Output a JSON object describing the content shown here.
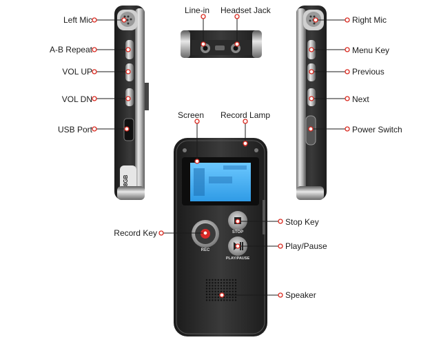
{
  "labels": {
    "left_mic": "Left Mic",
    "ab_repeat": "A-B Repeat",
    "vol_up": "VOL UP",
    "vol_dn": "VOL DN",
    "usb_port": "USB Port",
    "line_in": "Line-in",
    "headset_jack": "Headset Jack",
    "right_mic": "Right Mic",
    "menu_key": "Menu Key",
    "previous": "Previous",
    "next": "Next",
    "power_switch": "Power Switch",
    "screen": "Screen",
    "record_lamp": "Record Lamp",
    "record_key": "Record Key",
    "stop_key": "Stop Key",
    "play_pause": "Play/Pause",
    "speaker": "Speaker"
  },
  "device": {
    "capacity_badge": "8GB",
    "rec_button_label": "REC",
    "stop_button_label": "STOP",
    "play_button_label": "PLAY/PAUSE"
  },
  "colors": {
    "callout": "#d9261c",
    "body": "#2b2b2b",
    "screen": "#3fa9f5"
  }
}
